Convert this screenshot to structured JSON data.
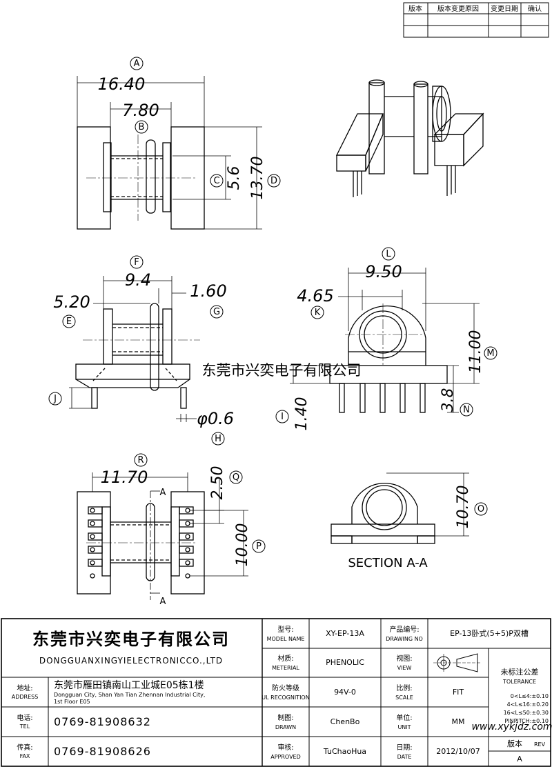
{
  "revision_table": {
    "headers": [
      "版本",
      "版本变更原因",
      "变更日期",
      "确认"
    ]
  },
  "dimensions": {
    "A": "16.40",
    "B": "7.80",
    "C": "5.6",
    "D": "13.70",
    "F": "9.4",
    "E": "5.20",
    "G": "1.60",
    "J": "",
    "H": "φ0.6",
    "L": "9.50",
    "K": "4.65",
    "M": "11.00",
    "I": "1.40",
    "N": "3.8",
    "R": "11.70",
    "Q": "2.50",
    "P": "10.00",
    "O": "10.70"
  },
  "circle_labels": [
    "A",
    "B",
    "C",
    "D",
    "E",
    "F",
    "G",
    "H",
    "I",
    "J",
    "K",
    "L",
    "M",
    "N",
    "O",
    "P",
    "Q",
    "R"
  ],
  "section": {
    "cut_letter": "A",
    "title": "SECTION A-A"
  },
  "watermark": "东莞市兴奕电子有限公司",
  "website": "www.xykjdz.com",
  "title_block": {
    "company_cn": "东莞市兴奕电子有限公司",
    "company_en": "DONGGUANXINGYIELECTRONICCO.,LTD",
    "address_label_cn": "地址:",
    "address_label_en": "ADDRESS",
    "address_cn": "东莞市雁田镇南山工业城E05栋1楼",
    "address_en_1": "Dongguan City, Shan Yan Tian Zhennan Industrial City,",
    "address_en_2": "1st Floor E05",
    "tel_label_cn": "电话:",
    "tel_label_en": "TEL",
    "tel": "0769-81908632",
    "fax_label_cn": "传真:",
    "fax_label_en": "FAX",
    "fax": "0769-81908626",
    "model_label_cn": "型号:",
    "model_label_en": "MODEL NAME",
    "model": "XY-EP-13A",
    "drawing_label_cn": "产品编号:",
    "drawing_label_en": "DRAWING NO",
    "drawing_no": "EP-13卧式(5+5)P双槽",
    "material_label_cn": "材质:",
    "material_label_en": "METERIAL",
    "material": "PHENOLIC",
    "view_label_cn": "视图:",
    "view_label_en": "VIEW",
    "ul_label_cn": "防火等级",
    "ul_label_en": "UL RECOGNITION",
    "ul": "94V-0",
    "scale_label_cn": "比例:",
    "scale_label_en": "SCALE",
    "scale": "FIT",
    "drawn_label_cn": "制图:",
    "drawn_label_en": "DRAWN",
    "drawn": "ChenBo",
    "unit_label_cn": "单位:",
    "unit_label_en": "UNIT",
    "unit": "MM",
    "approved_label_cn": "审核:",
    "approved_label_en": "APPROVED",
    "approved": "TuChaoHua",
    "date_label_cn": "日期:",
    "date_label_en": "DATE",
    "date": "2012/10/07",
    "tolerance_cn": "未标注公差",
    "tolerance_en": "TOLERANCE",
    "tol_1": "0<L≤4:±0.10",
    "tol_2": "4<L≤16:±0.20",
    "tol_3": "16<L≤50:±0.30",
    "tol_4": "PINPITCH:±0.10",
    "rev_label_cn": "版本",
    "rev_label_en": "REV",
    "rev": "A"
  }
}
